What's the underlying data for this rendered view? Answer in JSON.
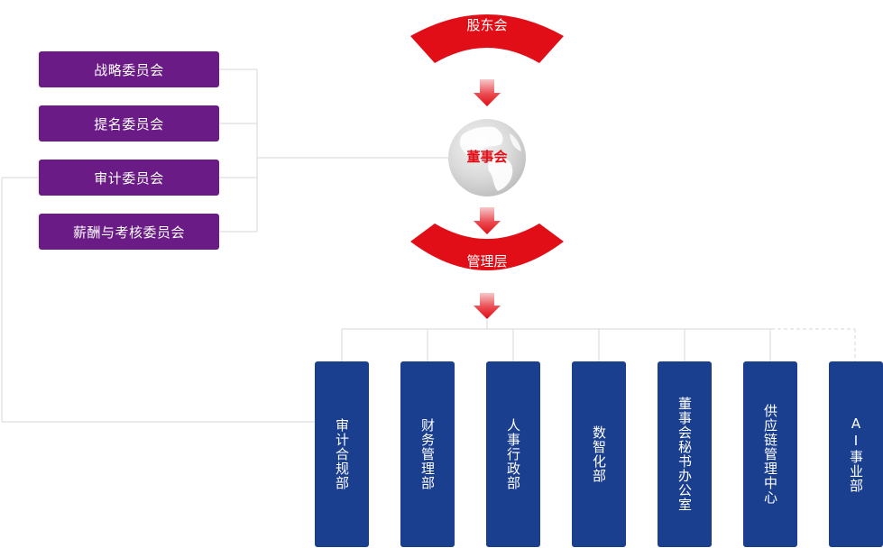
{
  "top": {
    "shareholders": "股东会",
    "board": "董事会",
    "management": "管理层"
  },
  "committees": [
    {
      "label": "战略委员会"
    },
    {
      "label": "提名委员会"
    },
    {
      "label": "审计委员会"
    },
    {
      "label": "薪酬与考核委员会"
    }
  ],
  "departments": [
    {
      "label": "审计合规部"
    },
    {
      "label": "财务管理部"
    },
    {
      "label": "人事行政部"
    },
    {
      "label": "数智化部"
    },
    {
      "label": "董事会秘书办公室"
    },
    {
      "label": "供应链管理中心"
    },
    {
      "label": "AI事业部"
    }
  ],
  "colors": {
    "accent_red": "#e10e17",
    "committee_purple": "#6a1b86",
    "department_blue": "#1b3f8f",
    "line_gray": "#d7d7d7"
  },
  "icons": [
    "globe-icon",
    "down-arrow-icon"
  ]
}
